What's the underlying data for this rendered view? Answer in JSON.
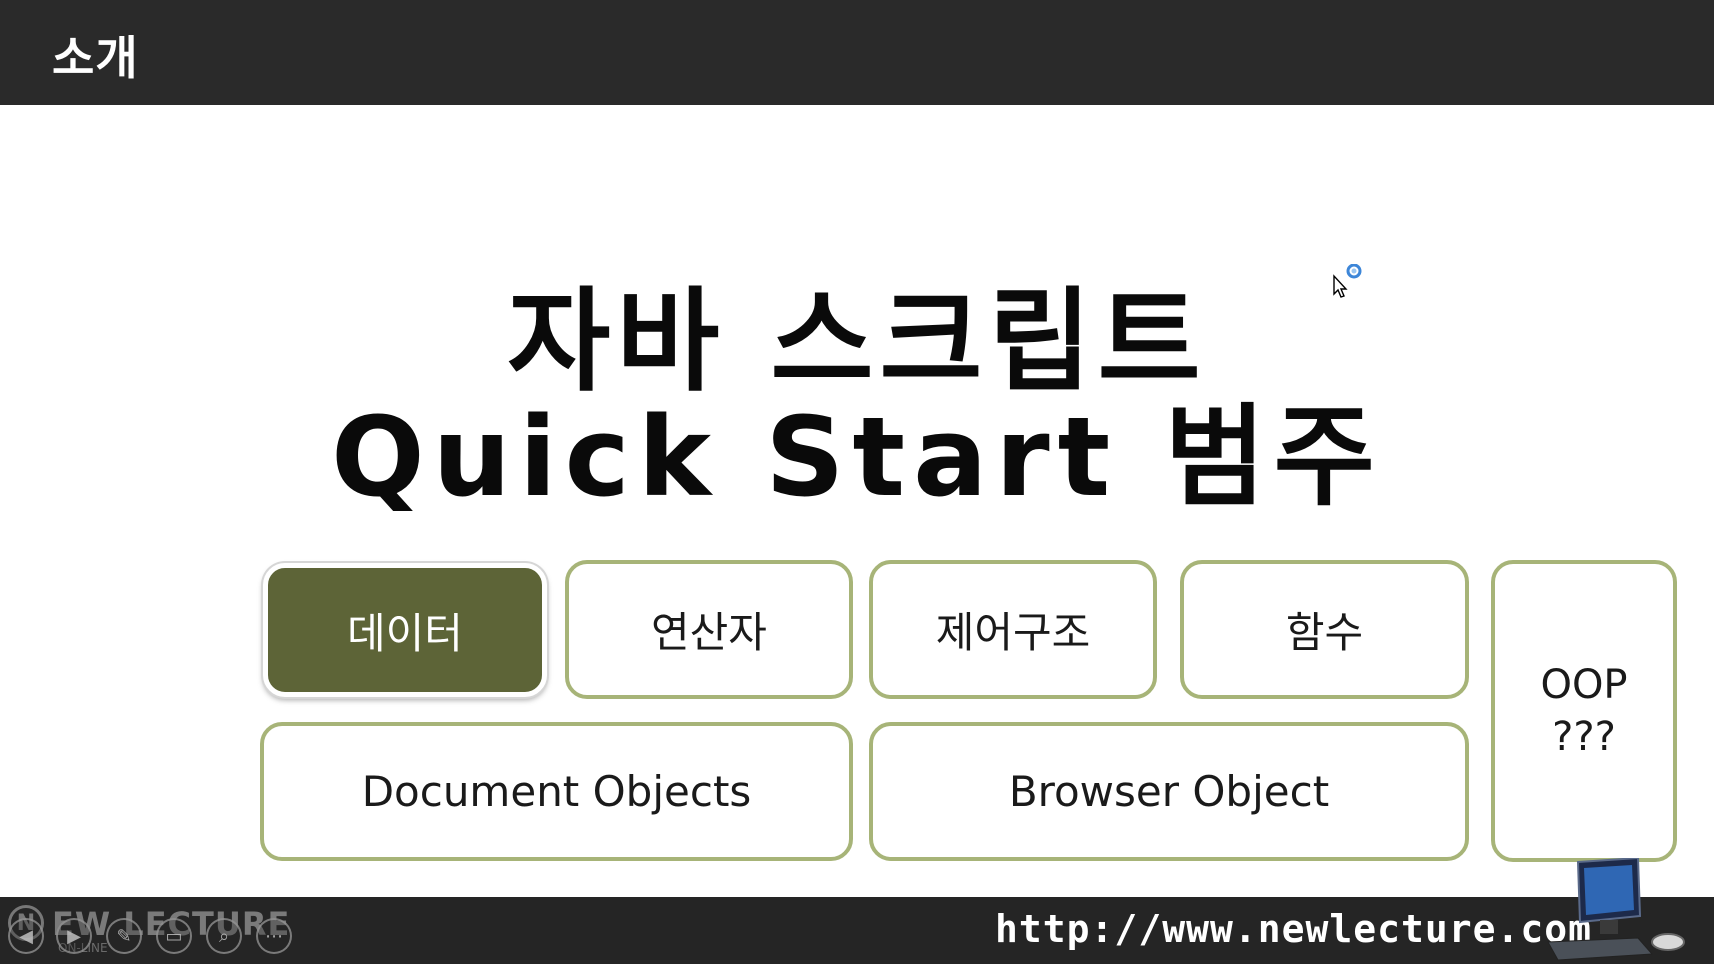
{
  "header": {
    "title": "소개"
  },
  "headline": {
    "line1": "자바 스크립트",
    "line2": "Quick Start 범주"
  },
  "tiles": {
    "data": "데이터",
    "operators": "연산자",
    "control": "제어구조",
    "functions": "함수",
    "oop_line1": "OOP",
    "oop_line2": "???",
    "document_objects": "Document Objects",
    "browser_object": "Browser Object"
  },
  "footer": {
    "brand": "EW LECTURE",
    "brand_sub": "ON-LINE",
    "url": "http://www.newlecture.com"
  },
  "colors": {
    "active_tile": "#5d6437",
    "tile_border": "#a7b478",
    "bar": "#2a2a2a"
  }
}
